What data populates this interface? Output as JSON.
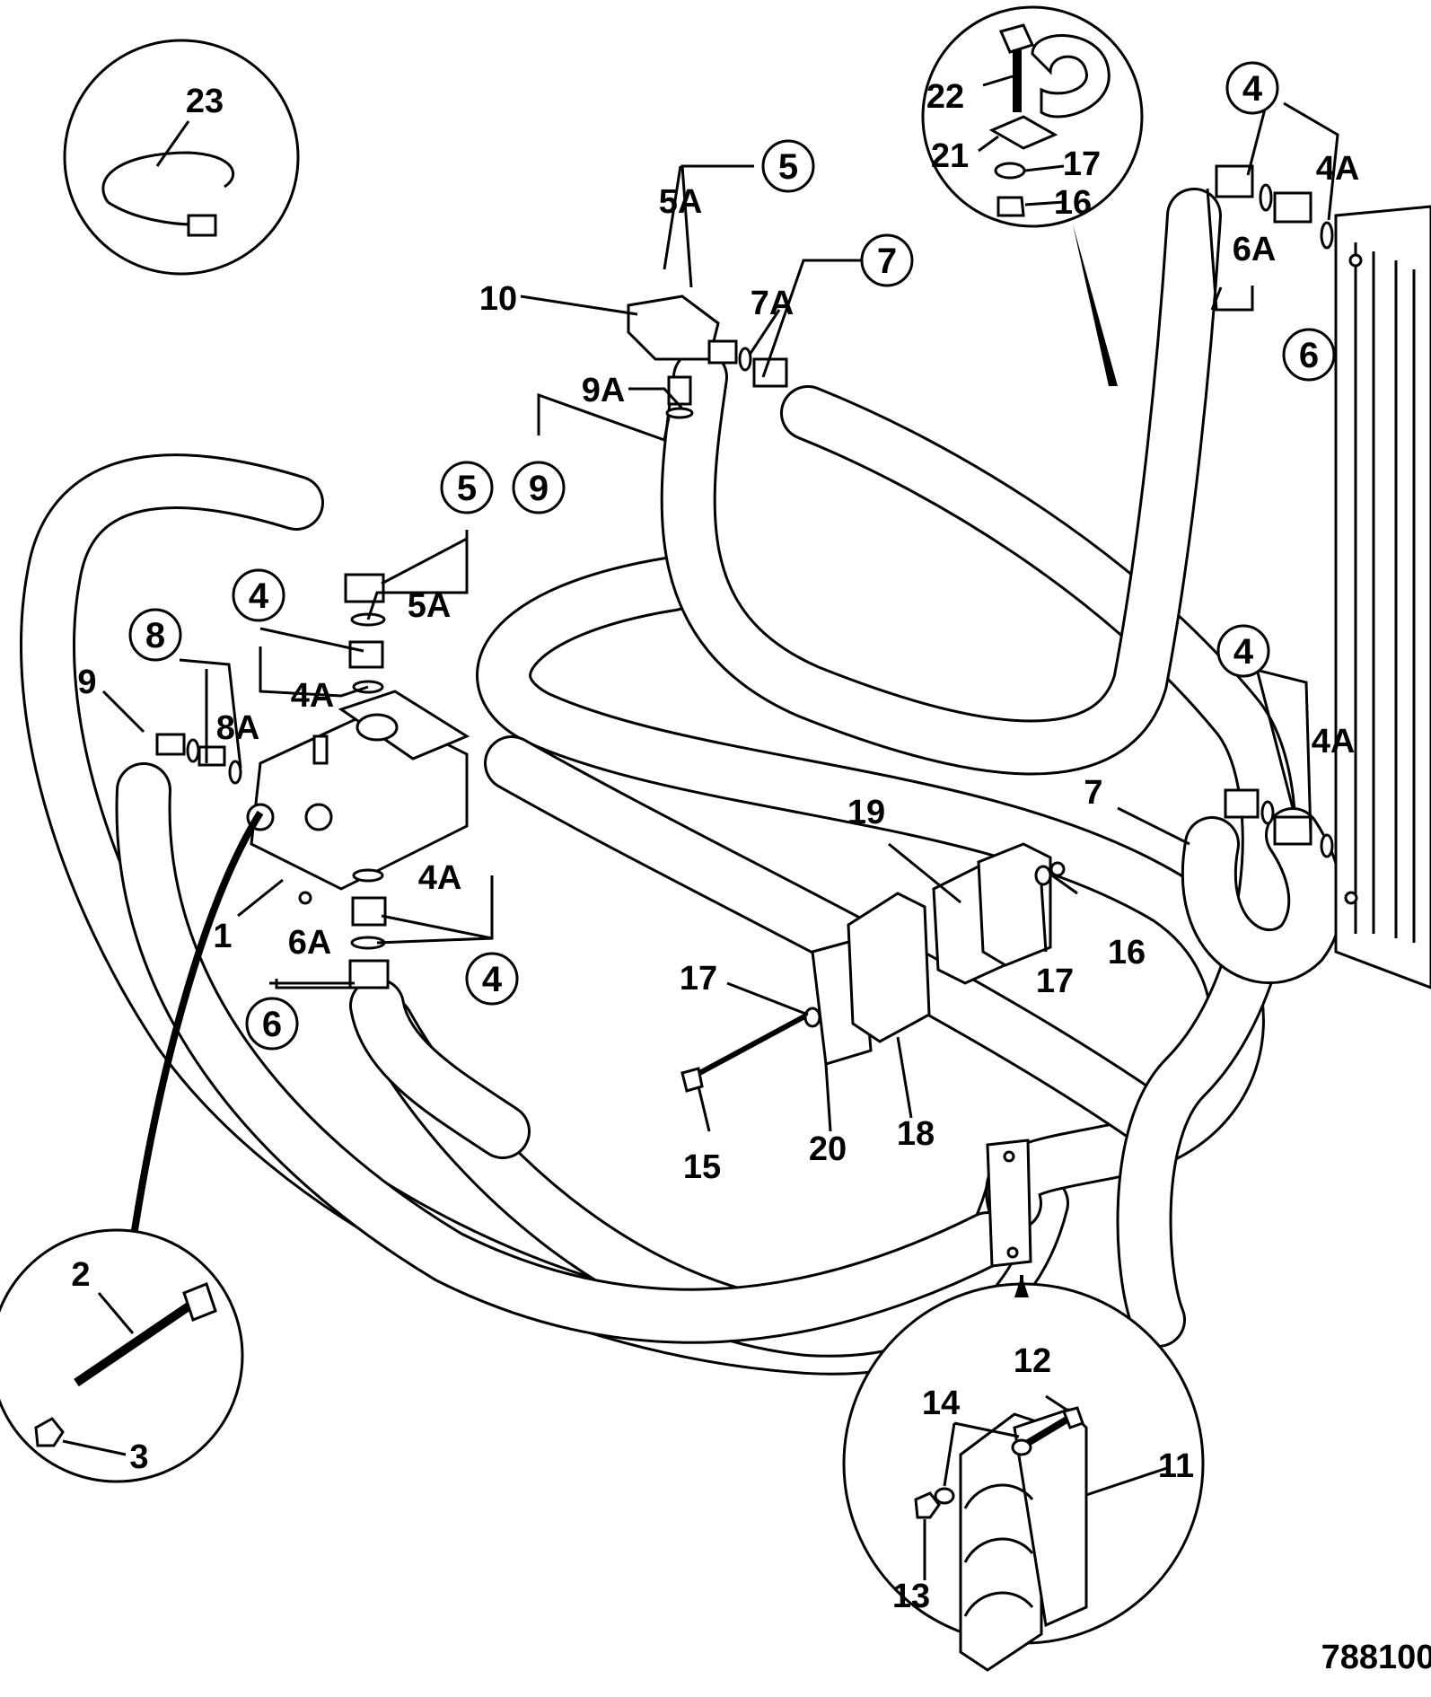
{
  "diagram": {
    "reference_number": "788100",
    "labels": {
      "l1": "1",
      "l2": "2",
      "l3": "3",
      "l4_top_right": "4",
      "l4a_top_right": "4A",
      "l4_mid_right": "4",
      "l4a_mid_right": "4A",
      "l4_pump_upper": "4",
      "l4a_pump_upper": "4A",
      "l4_pump_lower": "4",
      "l4a_pump_lower": "4A",
      "l5_top": "5",
      "l5a_top": "5A",
      "l5_pump": "5",
      "l5a_pump": "5A",
      "l6_top_right": "6",
      "l6a_top_right": "6A",
      "l6_pump": "6",
      "l6a_pump": "6A",
      "l7_top": "7",
      "l7a_top": "7A",
      "l7_right": "7",
      "l8": "8",
      "l8a": "8A",
      "l9_left": "9",
      "l9_top": "9",
      "l9a_top": "9A",
      "l10": "10",
      "l11": "11",
      "l12": "12",
      "l13": "13",
      "l14": "14",
      "l15": "15",
      "l16_detail": "16",
      "l16_clamp": "16",
      "l17_detail": "17",
      "l17_clamp_right": "17",
      "l17_clamp_left": "17",
      "l18": "18",
      "l19": "19",
      "l20": "20",
      "l21": "21",
      "l22": "22",
      "l23": "23"
    }
  }
}
